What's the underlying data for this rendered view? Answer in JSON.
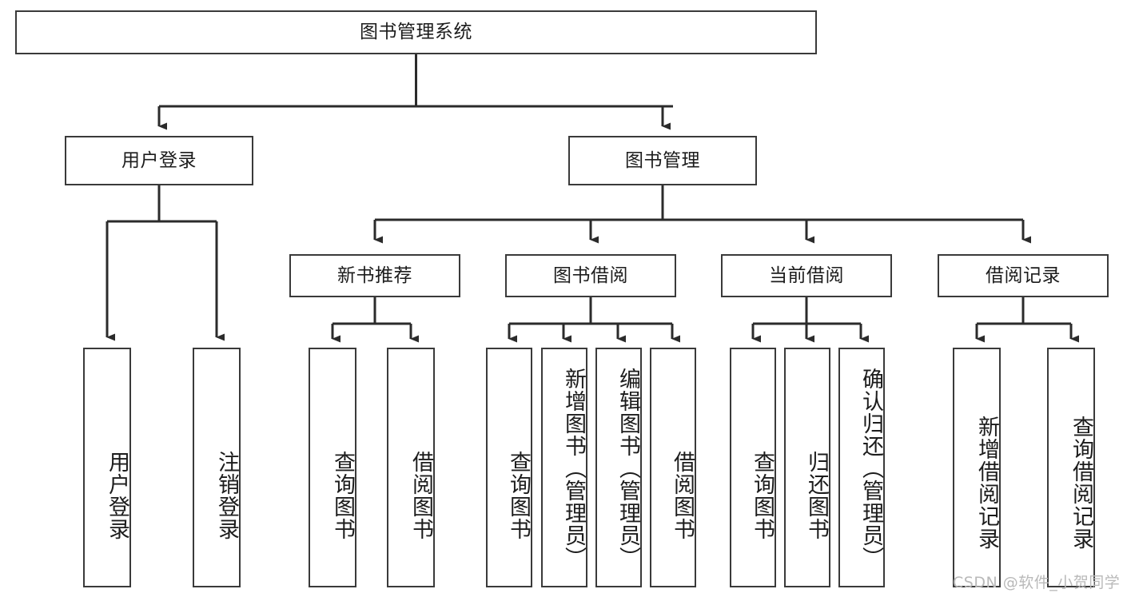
{
  "diagram": {
    "title": "图书管理系统",
    "type": "tree-hierarchy",
    "colors": {
      "box_border": "#3a3a3a",
      "box_fill": "#ffffff",
      "connector": "#2b2b2b",
      "text": "#1c1c1c",
      "watermark": "#b9b9b9",
      "background": "#ffffff"
    },
    "root": {
      "label": "图书管理系统"
    },
    "level2": [
      {
        "label": "用户登录"
      },
      {
        "label": "图书管理"
      }
    ],
    "level3": [
      {
        "label": "新书推荐"
      },
      {
        "label": "图书借阅"
      },
      {
        "label": "当前借阅"
      },
      {
        "label": "借阅记录"
      }
    ],
    "leaves": {
      "user_login": [
        {
          "label": "用户登录"
        },
        {
          "label": "注销登录"
        }
      ],
      "new_book_recommend": [
        {
          "label": "查询图书"
        },
        {
          "label": "借阅图书"
        }
      ],
      "book_borrow": [
        {
          "label": "查询图书"
        },
        {
          "label": "新增图书（管理员）"
        },
        {
          "label": "编辑图书（管理员）"
        },
        {
          "label": "借阅图书"
        }
      ],
      "current_borrow": [
        {
          "label": "查询图书"
        },
        {
          "label": "归还图书"
        },
        {
          "label": "确认归还（管理员）"
        }
      ],
      "borrow_records": [
        {
          "label": "新增借阅记录"
        },
        {
          "label": "查询借阅记录"
        }
      ]
    },
    "watermark": "CSDN @软件_小贺同学"
  }
}
